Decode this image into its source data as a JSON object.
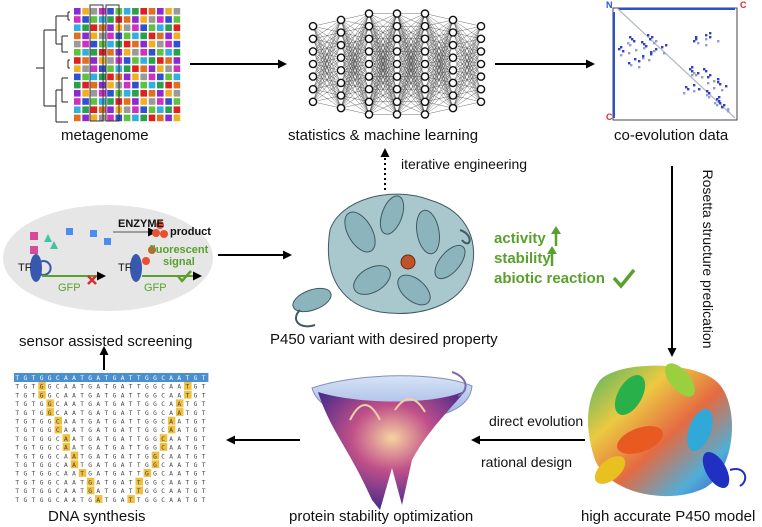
{
  "labels": {
    "metagenome": "metagenome",
    "ml": "statistics & machine learning",
    "coevolution": "co-evolution data",
    "iterative": "iterative engineering",
    "rosetta": "Rosetta structure predication",
    "sensor": "sensor assisted screening",
    "variant": "P450 variant with desired property",
    "dna": "DNA synthesis",
    "stability": "protein stability optimization",
    "model": "high accurate P450 model",
    "direct": "direct evolution",
    "rational": "rational design"
  },
  "sensor_box": {
    "enzyme": "ENZYME",
    "product": "product",
    "tf1": "TF",
    "tf2": "TF",
    "gfp1": "GFP",
    "gfp2": "GFP",
    "fluorescent": "fluorescent",
    "signal": "signal"
  },
  "properties": [
    "activity",
    "stability",
    "abiotic reaction"
  ],
  "coevo_axis": {
    "n_top": "N",
    "c_top": "C",
    "c_left": "C"
  },
  "dna_sequence_top": "TGTGGCAATGATGATTGGCAATGT",
  "colors": {
    "accent_green": "#5aa02c",
    "dna_header": "#4a90d0",
    "dna_highlight": "#f0c040",
    "protein": "#8cb4bc"
  }
}
